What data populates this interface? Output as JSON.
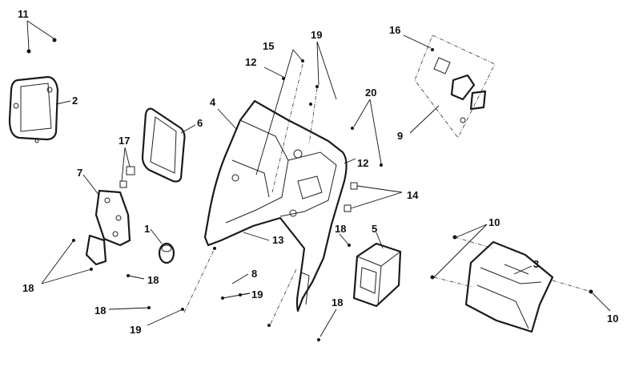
{
  "callouts": {
    "c11": "11",
    "c2": "2",
    "c16": "16",
    "c15": "15",
    "c19_top": "19",
    "c12_top": "12",
    "c4": "4",
    "c20": "20",
    "c9": "9",
    "c6": "6",
    "c17": "17",
    "c12_mid": "12",
    "c7": "7",
    "c14": "14",
    "c10_right": "10",
    "c1": "1",
    "c5": "5",
    "c18_mid": "18",
    "c13": "13",
    "c3": "3",
    "c8": "8",
    "c18_left": "18",
    "c18_lower": "18",
    "c19_mid": "19",
    "c18_bottom_left": "18",
    "c10_far": "10",
    "c19_bottom": "19",
    "c18_bottom": "18"
  }
}
